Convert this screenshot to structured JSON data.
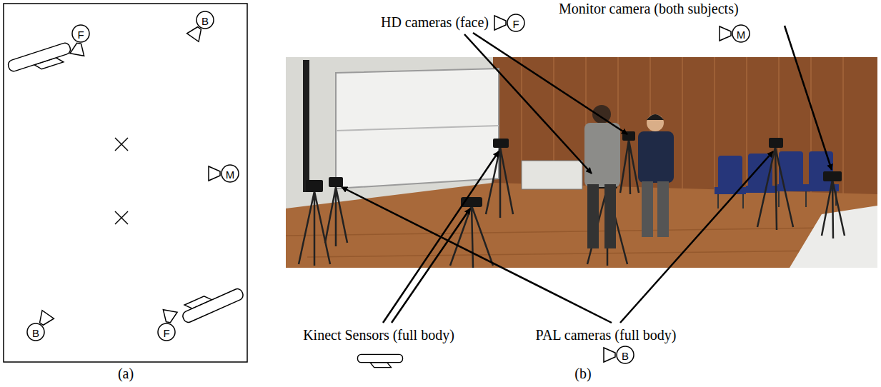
{
  "diagram": {
    "nodes": [
      {
        "text": [
          "F"
        ]
      },
      {
        "text": [
          "B"
        ]
      },
      {
        "text": [
          "M"
        ]
      },
      {
        "text": [
          "B"
        ]
      },
      {
        "text": [
          "F"
        ]
      },
      {
        "text": [
          "F"
        ]
      },
      {
        "text": [
          "M"
        ]
      },
      {
        "text": [
          "B"
        ]
      }
    ],
    "labels": [
      "HD cameras (face)",
      "Monitor camera (both subjects)",
      "Kinect Sensors (full body)",
      "PAL cameras (full body)",
      "(a)",
      "(b)"
    ]
  }
}
